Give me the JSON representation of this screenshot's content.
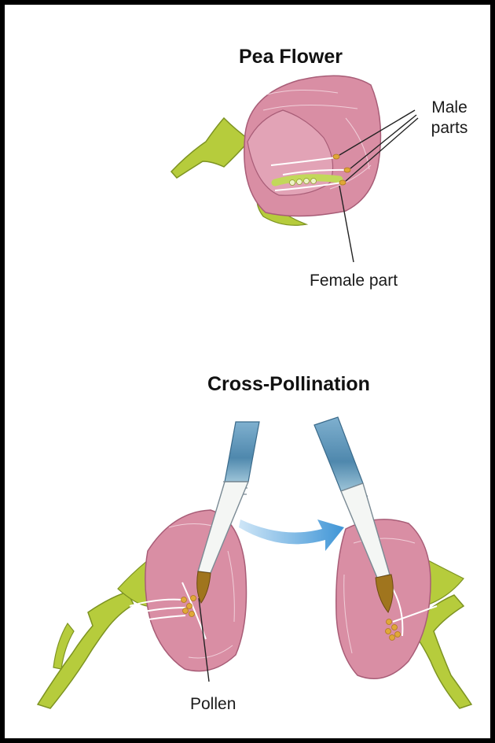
{
  "titles": {
    "pea_flower": "Pea Flower",
    "cross_pollination": "Cross-Pollination"
  },
  "labels": {
    "male_line1": "Male",
    "male_line2": "parts",
    "female": "Female part",
    "pollen": "Pollen"
  },
  "colors": {
    "frame": "#000000",
    "petal": "#d98ea4",
    "petal_dark": "#c06f88",
    "stem": "#b6cc3c",
    "brush_handle": "#f4f6f4",
    "brush_ferrule": "#5a8fb2",
    "pollen": "#e0a838",
    "arrow": "#4a9fd8"
  }
}
